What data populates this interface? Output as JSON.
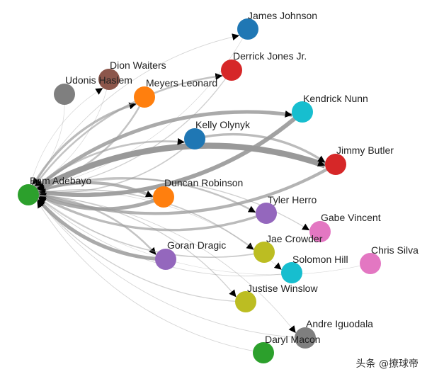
{
  "graph": {
    "colors": {
      "blue": "#1f77b4",
      "red": "#d62728",
      "brown": "#8c564b",
      "gray": "#7f7f7f",
      "orange": "#ff7f0e",
      "cyan": "#17becf",
      "purple": "#9467bd",
      "pink": "#e377c2",
      "olive": "#bcbd22",
      "green": "#2ca02c",
      "link": "#999999"
    },
    "nodes": [
      {
        "id": "james_johnson",
        "label": "James Johnson",
        "color": "blue"
      },
      {
        "id": "derrick_jones",
        "label": "Derrick Jones Jr.",
        "color": "red"
      },
      {
        "id": "dion_waiters",
        "label": "Dion Waiters",
        "color": "brown"
      },
      {
        "id": "udonis_haslem",
        "label": "Udonis Haslem",
        "color": "gray"
      },
      {
        "id": "meyers_leonard",
        "label": "Meyers Leonard",
        "color": "orange"
      },
      {
        "id": "kendrick_nunn",
        "label": "Kendrick Nunn",
        "color": "cyan"
      },
      {
        "id": "kelly_olynyk",
        "label": "Kelly Olynyk",
        "color": "blue"
      },
      {
        "id": "jimmy_butler",
        "label": "Jimmy Butler",
        "color": "red"
      },
      {
        "id": "bam_adebayo",
        "label": "Bam Adebayo",
        "color": "green"
      },
      {
        "id": "duncan_robinson",
        "label": "Duncan Robinson",
        "color": "orange"
      },
      {
        "id": "tyler_herro",
        "label": "Tyler Herro",
        "color": "purple"
      },
      {
        "id": "gabe_vincent",
        "label": "Gabe Vincent",
        "color": "pink"
      },
      {
        "id": "jae_crowder",
        "label": "Jae Crowder",
        "color": "olive"
      },
      {
        "id": "goran_dragic",
        "label": "Goran Dragic",
        "color": "purple"
      },
      {
        "id": "chris_silva",
        "label": "Chris Silva",
        "color": "pink"
      },
      {
        "id": "solomon_hill",
        "label": "Solomon Hill",
        "color": "cyan"
      },
      {
        "id": "justise_winslow",
        "label": "Justise Winslow",
        "color": "olive"
      },
      {
        "id": "andre_iguodala",
        "label": "Andre Iguodala",
        "color": "gray"
      },
      {
        "id": "daryl_macon",
        "label": "Daryl Macon",
        "color": "green"
      }
    ],
    "links": [
      {
        "source": "bam_adebayo",
        "target": "jimmy_butler",
        "weight": 10
      },
      {
        "source": "kendrick_nunn",
        "target": "bam_adebayo",
        "weight": 7
      },
      {
        "source": "bam_adebayo",
        "target": "kendrick_nunn",
        "weight": 6
      },
      {
        "source": "goran_dragic",
        "target": "bam_adebayo",
        "weight": 6
      },
      {
        "source": "duncan_robinson",
        "target": "bam_adebayo",
        "weight": 6
      },
      {
        "source": "bam_adebayo",
        "target": "duncan_robinson",
        "weight": 5
      },
      {
        "source": "jimmy_butler",
        "target": "bam_adebayo",
        "weight": 5
      },
      {
        "source": "kelly_olynyk",
        "target": "jimmy_butler",
        "weight": 4
      },
      {
        "source": "bam_adebayo",
        "target": "meyers_leonard",
        "weight": 4
      },
      {
        "source": "tyler_herro",
        "target": "bam_adebayo",
        "weight": 4
      },
      {
        "source": "bam_adebayo",
        "target": "tyler_herro",
        "weight": 3
      },
      {
        "source": "bam_adebayo",
        "target": "derrick_jones",
        "weight": 3
      },
      {
        "source": "meyers_leonard",
        "target": "bam_adebayo",
        "weight": 3
      },
      {
        "source": "bam_adebayo",
        "target": "kelly_olynyk",
        "weight": 3
      },
      {
        "source": "bam_adebayo",
        "target": "goran_dragic",
        "weight": 3
      },
      {
        "source": "jae_crowder",
        "target": "bam_adebayo",
        "weight": 2
      },
      {
        "source": "bam_adebayo",
        "target": "jae_crowder",
        "weight": 2
      },
      {
        "source": "kelly_olynyk",
        "target": "bam_adebayo",
        "weight": 2
      },
      {
        "source": "bam_adebayo",
        "target": "justise_winslow",
        "weight": 1.5
      },
      {
        "source": "justise_winslow",
        "target": "bam_adebayo",
        "weight": 1.5
      },
      {
        "source": "bam_adebayo",
        "target": "gabe_vincent",
        "weight": 1.5
      },
      {
        "source": "derrick_jones",
        "target": "bam_adebayo",
        "weight": 1.5
      },
      {
        "source": "bam_adebayo",
        "target": "james_johnson",
        "weight": 1
      },
      {
        "source": "solomon_hill",
        "target": "bam_adebayo",
        "weight": 1
      },
      {
        "source": "bam_adebayo",
        "target": "andre_iguodala",
        "weight": 1
      },
      {
        "source": "andre_iguodala",
        "target": "bam_adebayo",
        "weight": 1
      },
      {
        "source": "daryl_macon",
        "target": "bam_adebayo",
        "weight": 1
      },
      {
        "source": "james_johnson",
        "target": "bam_adebayo",
        "weight": 0.8
      },
      {
        "source": "udonis_haslem",
        "target": "bam_adebayo",
        "weight": 0.8
      },
      {
        "source": "dion_waiters",
        "target": "bam_adebayo",
        "weight": 0.8
      },
      {
        "source": "bam_adebayo",
        "target": "dion_waiters",
        "weight": 0.8
      },
      {
        "source": "chris_silva",
        "target": "bam_adebayo",
        "weight": 0.5
      },
      {
        "source": "bam_adebayo",
        "target": "solomon_hill",
        "weight": 0.8
      }
    ]
  },
  "watermark": {
    "text": "头条 @撩球帝"
  }
}
